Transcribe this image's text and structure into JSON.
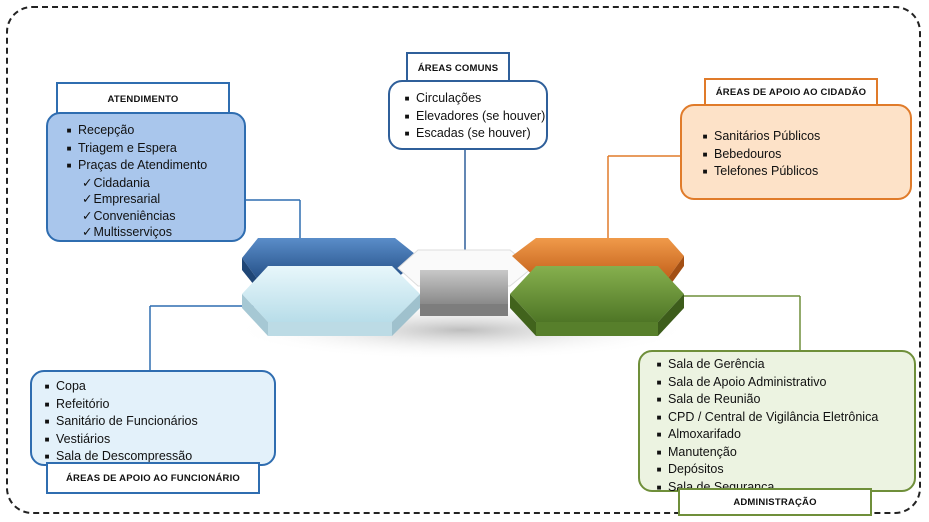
{
  "atendimento": {
    "title": "ATENDIMENTO",
    "items": [
      "Recepção",
      "Triagem e Espera",
      "Praças de Atendimento"
    ],
    "subitems": [
      "Cidadania",
      "Empresarial",
      "Conveniências",
      "Multisserviços"
    ],
    "color": "#2f6db0",
    "fill": "#a9c6ec"
  },
  "areas_comuns": {
    "title": "ÁREAS COMUNS",
    "items": [
      "Circulações",
      "Elevadores (se houver)",
      "Escadas (se houver)"
    ],
    "color": "#2f5f9a",
    "fill": "#ffffff"
  },
  "apoio_cidadao": {
    "title": "ÁREAS DE APOIO AO CIDADÃO",
    "items": [
      "Sanitários Públicos",
      "Bebedouros",
      "Telefones Públicos"
    ],
    "color": "#e07b2a",
    "fill": "#fde2c8"
  },
  "apoio_funcionario": {
    "title": "ÁREAS DE APOIO AO FUNCIONÁRIO",
    "items": [
      "Copa",
      "Refeitório",
      "Sanitário de Funcionários",
      "Vestiários",
      "Sala de Descompressão"
    ],
    "color": "#2f6db0",
    "fill": "#e3f1fa"
  },
  "administracao": {
    "title": "ADMINISTRAÇÃO",
    "items": [
      "Sala de Gerência",
      "Sala de Apoio Administrativo",
      "Sala de Reunião",
      "CPD / Central de Vigilância Eletrônica",
      "Almoxarifado",
      "Manutenção",
      "Depósitos",
      "Sala de Segurança"
    ],
    "color": "#6f8f3a",
    "fill": "#ecf3e1"
  },
  "hex_colors": {
    "blue": "#3569a8",
    "lightblue": "#cfeaf3",
    "white": "#f4f4f4",
    "gray": "#9a9a9a",
    "orange": "#d9782a",
    "green": "#6f9a3c"
  }
}
